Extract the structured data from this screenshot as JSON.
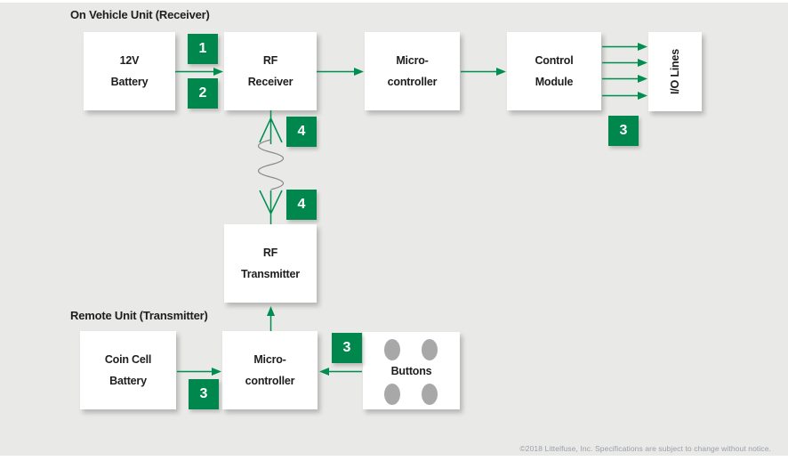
{
  "sections": {
    "vehicle": {
      "title": "On Vehicle Unit (Receiver)"
    },
    "remote": {
      "title": "Remote Unit (Transmitter)"
    }
  },
  "blocks": {
    "battery_12v": {
      "line1": "12V",
      "line2": "Battery"
    },
    "rf_receiver": {
      "line1": "RF",
      "line2": "Receiver"
    },
    "micro_vehicle": {
      "line1": "Micro-",
      "line2": "controller"
    },
    "control_module": {
      "line1": "Control",
      "line2": "Module"
    },
    "io_lines": {
      "label": "I/O Lines"
    },
    "rf_transmitter": {
      "line1": "RF",
      "line2": "Transmitter"
    },
    "coin_cell_battery": {
      "line1": "Coin Cell",
      "line2": "Battery"
    },
    "micro_remote": {
      "line1": "Micro-",
      "line2": "controller"
    },
    "buttons": {
      "label": "Buttons",
      "button_count": 4
    }
  },
  "badges": {
    "battery_to_rf_1": "1",
    "battery_to_rf_2": "2",
    "rf_link_top": "4",
    "rf_link_bottom": "4",
    "io_lines_3": "3",
    "coin_to_micro_3": "3",
    "buttons_to_micro_3": "3"
  },
  "footer": {
    "text": "©2018 Littelfuse, Inc. Specifications are subject to change without notice."
  },
  "colors": {
    "background": "#e9e9e7",
    "box": "#ffffff",
    "badge_green": "#00874e",
    "arrow_green": "#008e50",
    "text": "#1e1e1e",
    "button_dot": "#a8a8a8",
    "wave_gray": "#8c8c8c",
    "footer_text": "#9aa0a8"
  }
}
